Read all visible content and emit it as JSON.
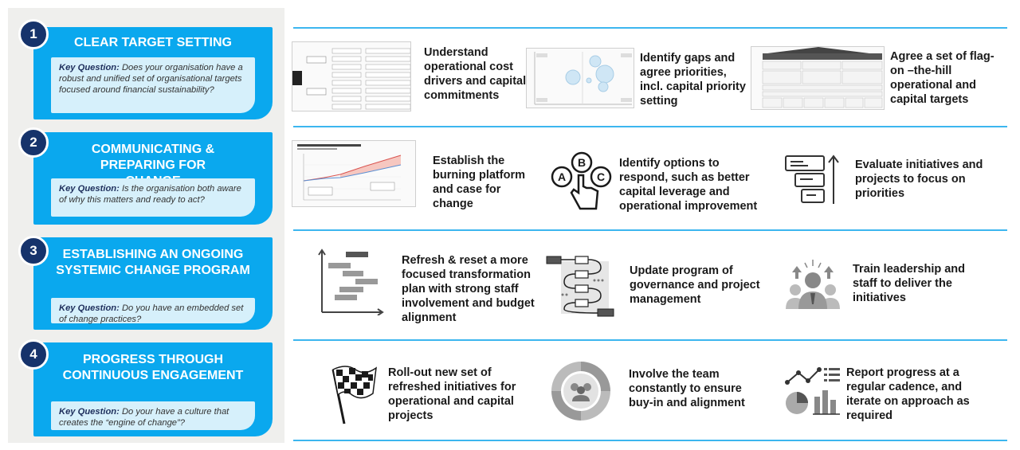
{
  "stages": [
    {
      "number": "1",
      "title": "CLEAR TARGET SETTING",
      "kq_label": "Key Question:",
      "kq_text": " Does your organisation have a robust and unified set of organisational targets focused around financial sustainability?"
    },
    {
      "number": "2",
      "title": "COMMUNICATING & PREPARING FOR CHANGE",
      "kq_label": "Key Question:",
      "kq_text": " Is the organisation both aware of why this matters and ready to act?"
    },
    {
      "number": "3",
      "title": "ESTABLISHING AN ONGOING SYSTEMIC CHANGE PROGRAM",
      "kq_label": "Key Question:",
      "kq_text": " Do you have an embedded set of change practices?"
    },
    {
      "number": "4",
      "title": "PROGRESS THROUGH CONTINUOUS ENGAGEMENT",
      "kq_label": "Key Question:",
      "kq_text": " Do your have a culture that creates the “engine of change”?"
    }
  ],
  "rows": [
    [
      {
        "icon": "flowchart-thumbnail",
        "text": "Understand operational cost drivers and capital commitments"
      },
      {
        "icon": "bubble-chart-thumbnail",
        "text": "Identify gaps and agree priorities, incl. capital priority setting"
      },
      {
        "icon": "target-table-thumbnail",
        "text": "Agree a set of flag-on –the-hill operational and capital targets"
      }
    ],
    [
      {
        "icon": "line-chart-thumbnail",
        "text": "Establish the burning platform and case for change"
      },
      {
        "icon": "abc-choice-icon",
        "text": "Identify options to respond, such as better capital leverage and operational improvement"
      },
      {
        "icon": "priority-list-icon",
        "text": "Evaluate initiatives and projects to focus on priorities"
      }
    ],
    [
      {
        "icon": "gantt-chart-icon",
        "text": "Refresh & reset a more focused transformation plan with strong staff involvement and budget alignment"
      },
      {
        "icon": "process-flow-icon",
        "text": "Update program of governance and project management"
      },
      {
        "icon": "leader-team-icon",
        "text": "Train leadership and staff to deliver the initiatives"
      }
    ],
    [
      {
        "icon": "checkered-flag-icon",
        "text": "Roll-out new set of refreshed initiatives for operational and capital projects"
      },
      {
        "icon": "team-cycle-icon",
        "text": "Involve the team constantly to ensure buy-in and alignment"
      },
      {
        "icon": "report-dashboard-icon",
        "text": "Report progress at a regular cadence, and iterate on approach as required"
      }
    ]
  ],
  "colors": {
    "accent": "#0aa8ee",
    "badge": "#16336b",
    "kq_bg": "#d6f0fb",
    "divider": "#3cb6ef"
  }
}
